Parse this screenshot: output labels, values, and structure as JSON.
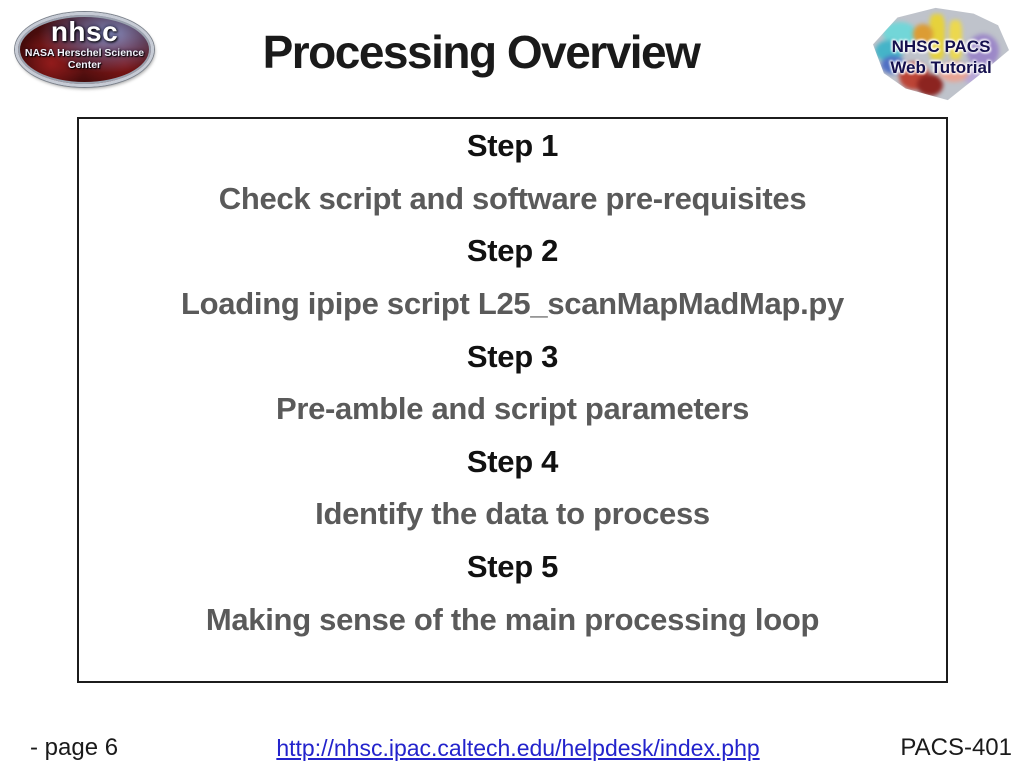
{
  "header": {
    "title": "Processing Overview",
    "nhsc_logo": {
      "abbr": "nhsc",
      "sub1": "NASA Herschel Science",
      "sub2": "Center"
    },
    "tutorial_logo": {
      "line1": "NHSC PACS",
      "line2": "Web Tutorial"
    }
  },
  "steps": [
    {
      "label": "Step 1",
      "description": "Check script and software pre-requisites"
    },
    {
      "label": "Step 2",
      "description": "Loading ipipe script L25_scanMapMadMap.py"
    },
    {
      "label": "Step 3",
      "description": "Pre-amble and script parameters"
    },
    {
      "label": "Step 4",
      "description": "Identify the data to process"
    },
    {
      "label": "Step 5",
      "description": "Making sense of the main processing loop"
    }
  ],
  "footer": {
    "page_label": "- page 6",
    "link_text": "http://nhsc.ipac.caltech.edu/helpdesk/index.php",
    "course_code": "PACS-401"
  },
  "colors": {
    "step_label": "#111111",
    "step_description": "#5a5a5a",
    "link": "#2323cc",
    "tutorial_logo_text": "#15104e",
    "box_border": "#1c1c1c"
  }
}
